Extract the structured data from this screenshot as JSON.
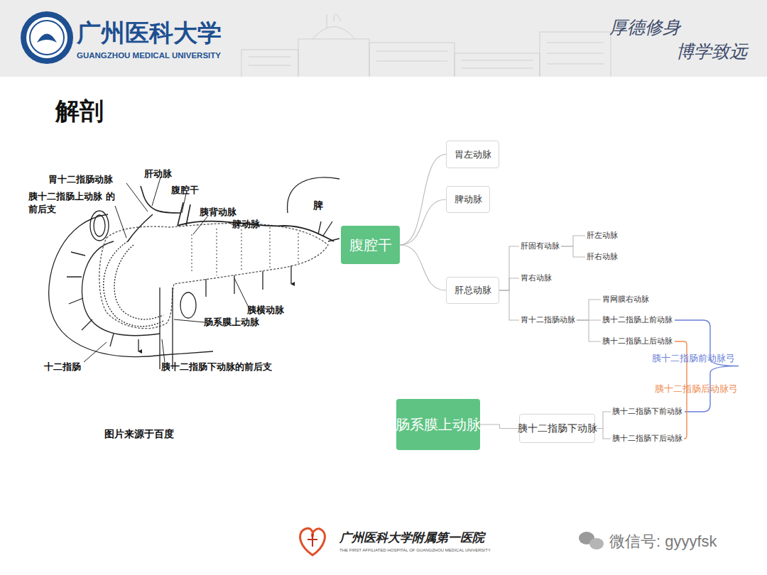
{
  "diagram": {
    "title": "解剖",
    "caption": "图片来源于百度",
    "nodes": [
      {
        "text": [
          "腹腔干"
        ]
      },
      {
        "text": [
          "胃左动脉"
        ]
      },
      {
        "text": [
          "脾动脉"
        ]
      },
      {
        "text": [
          "肝总动脉"
        ]
      },
      {
        "text": [
          "肝固有动脉"
        ]
      },
      {
        "text": [
          "肝左动脉"
        ]
      },
      {
        "text": [
          "肝右动脉"
        ]
      },
      {
        "text": [
          "胃右动脉"
        ]
      },
      {
        "text": [
          "胃十二指肠动脉"
        ]
      },
      {
        "text": [
          "胃网膜右动脉"
        ]
      },
      {
        "text": [
          "胰十二指肠上前动脉"
        ]
      },
      {
        "text": [
          "胰十二指肠上后动脉"
        ]
      },
      {
        "text": [
          "肠系膜上动脉"
        ]
      },
      {
        "text": [
          "胰十二指肠下动脉"
        ]
      },
      {
        "text": [
          "胰十二指肠下前动脉"
        ]
      },
      {
        "text": [
          "胰十二指肠下后动脉"
        ]
      }
    ],
    "edges": [
      {
        "from": 0,
        "to": 1,
        "arrow": "none"
      },
      {
        "from": 0,
        "to": 2,
        "arrow": "none"
      },
      {
        "from": 0,
        "to": 3,
        "arrow": "none"
      },
      {
        "from": 3,
        "to": 4,
        "arrow": "none"
      },
      {
        "from": 4,
        "to": 5,
        "arrow": "none"
      },
      {
        "from": 4,
        "to": 6,
        "arrow": "none"
      },
      {
        "from": 3,
        "to": 7,
        "arrow": "none"
      },
      {
        "from": 3,
        "to": 8,
        "arrow": "none"
      },
      {
        "from": 8,
        "to": 9,
        "arrow": "none"
      },
      {
        "from": 8,
        "to": 10,
        "arrow": "none"
      },
      {
        "from": 8,
        "to": 11,
        "arrow": "none"
      },
      {
        "from": 12,
        "to": 13,
        "arrow": "none"
      },
      {
        "from": 13,
        "to": 14,
        "arrow": "none"
      },
      {
        "from": 13,
        "to": 15,
        "arrow": "none"
      },
      {
        "from": 10,
        "to": 14,
        "label": "胰十二指肠前动脉弓",
        "arrow": "none"
      },
      {
        "from": 11,
        "to": 15,
        "label": "胰十二指肠后动脉弓",
        "arrow": "none"
      }
    ],
    "labels": [
      "广州医科大学",
      "GUANGZHOU MEDICAL UNIVERSITY",
      "厚德修身",
      "博学致远",
      "胃十二指肠动脉",
      "肝动脉",
      "胰十二指肠上动脉 的前后支",
      "腹腔干",
      "胰背动脉",
      "脾动脉",
      "脾",
      "胰横动脉",
      "肠系膜上动脉",
      "十二指肠",
      "胰十二指肠下动脉的前后支",
      "广州医科大学附属第一医院",
      "THE FIRST AFFILIATED HOSPITAL OF GUANGZHOU MEDICAL UNIVERSITY",
      "微信号: gyyyfsk"
    ]
  }
}
